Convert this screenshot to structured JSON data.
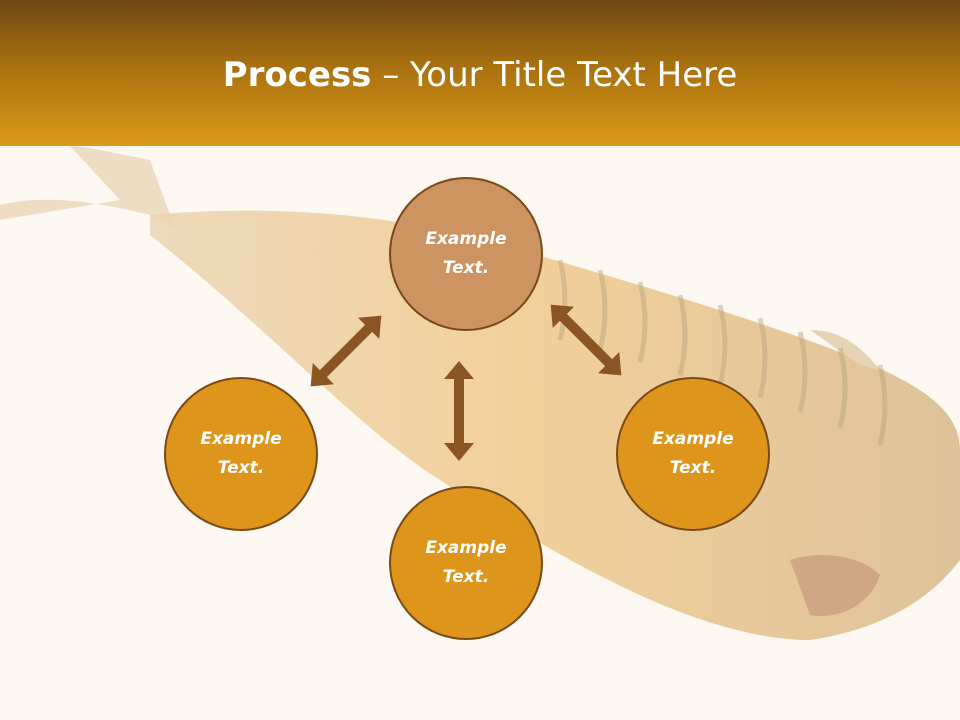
{
  "slide": {
    "title_bold": "Process",
    "title_rest": " – Your Title Text Here"
  },
  "nodes": {
    "top": "Example\nText.",
    "left": "Example\nText.",
    "right": "Example\nText.",
    "bottom": "Example\nText."
  },
  "colors": {
    "header_dark": "#6e4712",
    "header_light": "#dc9a18",
    "node_top": "#cd9461",
    "node_orange": "#de951c",
    "arrow": "#8a5523",
    "background": "#fdf9f2"
  }
}
